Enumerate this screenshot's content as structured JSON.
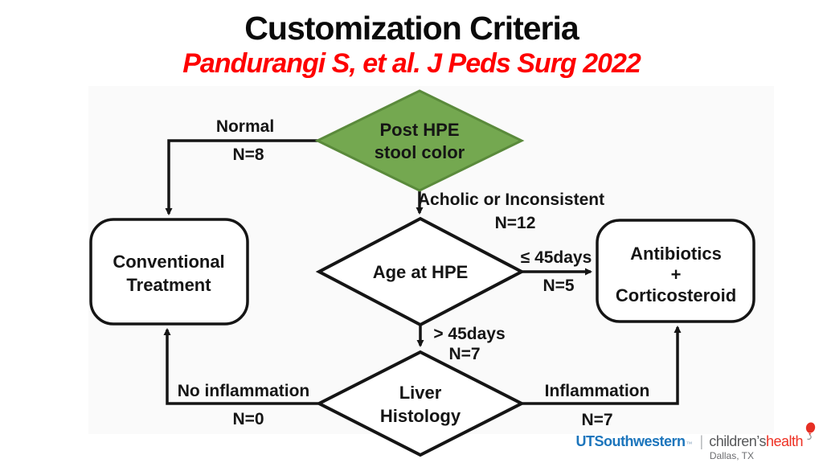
{
  "header": {
    "title": "Customization Criteria",
    "citation": "Pandurangi S, et al. J Peds Surg 2022"
  },
  "flowchart": {
    "nodes": {
      "stool_color": {
        "line1": "Post HPE",
        "line2": "stool color"
      },
      "age_at_hpe": {
        "line1": "Age at HPE"
      },
      "liver_histology": {
        "line1": "Liver",
        "line2": "Histology"
      },
      "conventional_treatment": {
        "line1": "Conventional",
        "line2": "Treatment"
      },
      "antibiotics_corticosteroid": {
        "line1": "Antibiotics",
        "line2": "+",
        "line3": "Corticosteroid"
      }
    },
    "edges": {
      "normal": {
        "label": "Normal",
        "count": "N=8"
      },
      "acholic": {
        "label": "Acholic or Inconsistent",
        "count": "N=12"
      },
      "age_le_45": {
        "label": "≤ 45days",
        "count": "N=5"
      },
      "age_gt_45": {
        "label": "> 45days",
        "count": "N=7"
      },
      "no_inflammation": {
        "label": "No inflammation",
        "count": "N=0"
      },
      "inflammation": {
        "label": "Inflammation",
        "count": "N=7"
      }
    },
    "colors": {
      "decision_fill": "#74a850",
      "decision_stroke": "#5a8a3b",
      "line_black": "#151515",
      "citation_red": "#fe0000"
    }
  },
  "footer": {
    "ut": "UT",
    "southwestern": "Southwestern",
    "trademark": "™",
    "separator": "|",
    "childrens": "children’s",
    "health": "health",
    "location": "Dallas, TX",
    "colors": {
      "blue": "#1c75bc",
      "gray": "#58595b",
      "red": "#ee3124"
    }
  }
}
